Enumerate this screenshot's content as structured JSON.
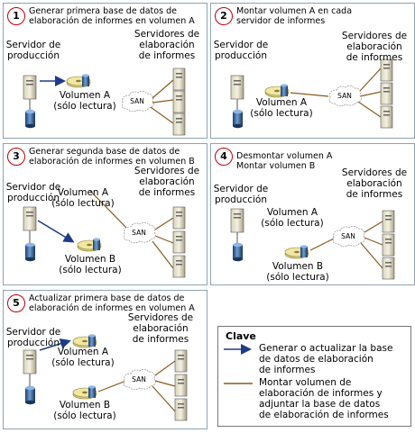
{
  "panels": [
    {
      "number": "1",
      "title": "Generar primera base de datos de\nelaboración de informes en volumen A",
      "production_server": "Servidor de\nproducción",
      "report_servers": "Servidores de\nelaboración\nde informes",
      "volume_a": "Volumen A\n(sólo lectura)",
      "san": "SAN"
    },
    {
      "number": "2",
      "title": "Montar volumen A en cada\nservidor de informes",
      "production_server": "Servidor de\nproducción",
      "report_servers": "Servidores de\nelaboración\nde informes",
      "volume_a": "Volumen A\n(sólo lectura)",
      "san": "SAN"
    },
    {
      "number": "3",
      "title": "Generar segunda base de datos de\nelaboración de informes en volumen B",
      "production_server": "Servidor de\nproducción",
      "report_servers": "Servidores de\nelaboración\nde informes",
      "volume_a": "Volumen A\n(sólo lectura)",
      "volume_b": "Volumen B\n(sólo lectura)",
      "san": "SAN"
    },
    {
      "number": "4",
      "title": "Desmontar volumen A\nMontar volumen B",
      "production_server": "Servidor de\nproducción",
      "report_servers": "Servidores de\nelaboración\nde informes",
      "volume_a": "Volumen A\n(sólo lectura)",
      "volume_b": "Volumen B\n(sólo lectura)",
      "san": "SAN"
    },
    {
      "number": "5",
      "title": "Actualizar primera base de datos de\nelaboración de informes en volumen A",
      "production_server": "Servidor de\nproducción",
      "report_servers": "Servidores de\nelaboración\nde informes",
      "volume_a": "Volumen A\n(sólo lectura)",
      "volume_b": "Volumen B\n(sólo lectura)",
      "san": "SAN"
    }
  ],
  "legend": {
    "title": "Clave",
    "items": [
      {
        "text": "Generar o actualizar la base\nde datos de elaboración\nde informes",
        "style": "arrow",
        "color": "#1f3c88"
      },
      {
        "text": "Montar volumen de\nelaboración de informes y\nadjuntar la base de datos\nde elaboración de informes",
        "style": "line",
        "color": "#8b5a1e"
      }
    ]
  },
  "colors": {
    "arrow": "#1f3c88",
    "mount_line": "#8b5a1e",
    "panel_border": "#8fa3b4",
    "number_ring": "#c00000"
  }
}
